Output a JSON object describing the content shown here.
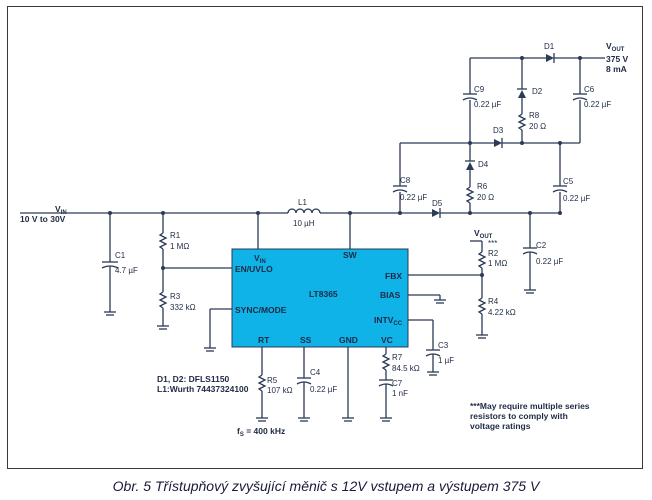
{
  "figure": {
    "caption": "Obr. 5  Třístupňový zvyšující měnič s 12V vstupem a výstupem 375 V"
  },
  "input": {
    "label_main": "V",
    "label_sub": "IN",
    "range": "10 V to 30V"
  },
  "output": {
    "label_main": "V",
    "label_sub": "OUT",
    "voltage": "375 V",
    "current": "8 mA"
  },
  "vout_node": {
    "main": "V",
    "sub": "OUT"
  },
  "ic": {
    "name": "LT8365",
    "pins": {
      "vin_main": "V",
      "vin_sub": "IN",
      "sw": "SW",
      "en_uvlo": "EN/UVLO",
      "fbx": "FBX",
      "bias": "BIAS",
      "sync_mode": "SYNC/MODE",
      "intvcc_main": "INTV",
      "intvcc_sub": "CC",
      "rt": "RT",
      "ss": "SS",
      "gnd": "GND",
      "vc": "VC"
    }
  },
  "components": {
    "L1": {
      "name": "L1",
      "value": "10 µH"
    },
    "C1": {
      "name": "C1",
      "value": "4.7 µF"
    },
    "R1": {
      "name": "R1",
      "value": "1 MΩ"
    },
    "R3": {
      "name": "R3",
      "value": "332 kΩ"
    },
    "R2": {
      "name": "R2",
      "value": "1 MΩ",
      "mark": "***"
    },
    "R4": {
      "name": "R4",
      "value": "4.22 kΩ"
    },
    "C2": {
      "name": "C2",
      "value": "0.22 µF"
    },
    "C3": {
      "name": "C3",
      "value": "1 µF"
    },
    "C4": {
      "name": "C4",
      "value": "0.22 µF"
    },
    "R5": {
      "name": "R5",
      "value": "107 kΩ"
    },
    "R7": {
      "name": "R7",
      "value": "84.5 kΩ"
    },
    "C7": {
      "name": "C7",
      "value": "1 nF"
    },
    "C8": {
      "name": "C8",
      "value": "0.22 µF"
    },
    "C5": {
      "name": "C5",
      "value": "0.22 µF"
    },
    "D5": {
      "name": "D5"
    },
    "D4": {
      "name": "D4"
    },
    "R6": {
      "name": "R6",
      "value": "20 Ω"
    },
    "D3": {
      "name": "D3"
    },
    "C9": {
      "name": "C9",
      "value": "0.22 µF"
    },
    "D2": {
      "name": "D2"
    },
    "R8": {
      "name": "R8",
      "value": "20 Ω"
    },
    "C6": {
      "name": "C6",
      "value": "0.22 µF"
    },
    "D1": {
      "name": "D1"
    }
  },
  "notes": {
    "diodes": "D1, D2: DFLS1150",
    "inductor": "L1:Wurth 74437324100",
    "freq_main": "f",
    "freq_sub": "S",
    "freq_value": " = 400 kHz",
    "series_note_1": "***May require multiple series",
    "series_note_2": "resistors to comply with",
    "series_note_3": "voltage ratings"
  }
}
